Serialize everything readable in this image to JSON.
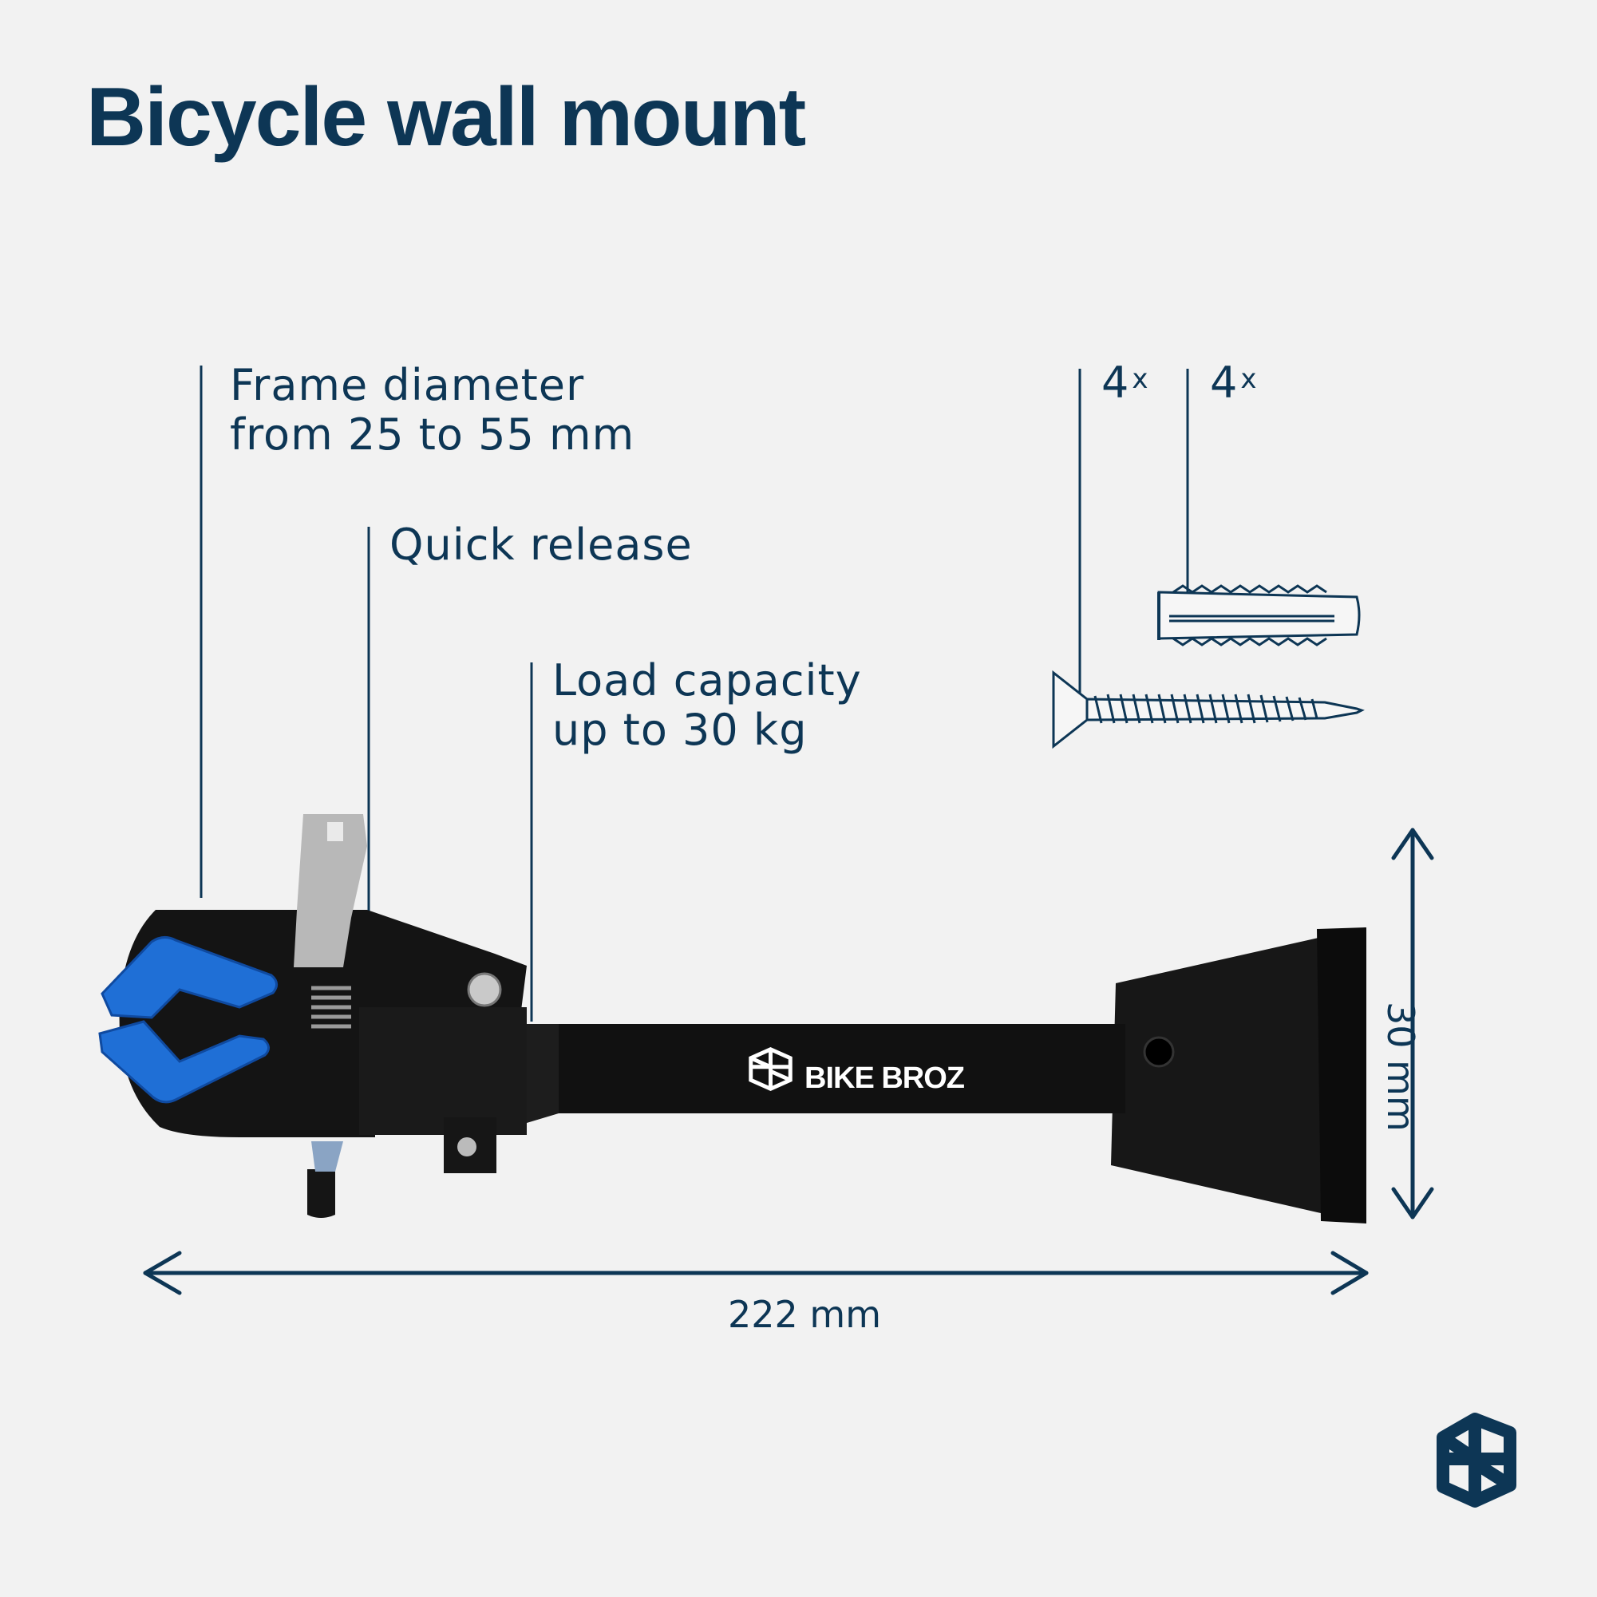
{
  "title": "Bicycle wall mount",
  "callouts": {
    "frame": "Frame diameter\nfrom 25 to 55 mm",
    "quick_release": "Quick release",
    "load": "Load capacity\nup to 30 kg"
  },
  "hardware": {
    "screws_qty": "4",
    "screws_suffix": "x",
    "anchors_qty": "4",
    "anchors_suffix": "x"
  },
  "dimensions": {
    "length": "222 mm",
    "height": "30 mm"
  },
  "product": {
    "brand": "BIKE BROZ"
  },
  "colors": {
    "accent": "#0d3655",
    "clamp_blue": "#1f6fd6",
    "background": "#f2f2f2"
  },
  "icons": [
    "bikebroz-logo-icon",
    "screw-icon",
    "wall-anchor-icon",
    "double-arrow-icon"
  ]
}
